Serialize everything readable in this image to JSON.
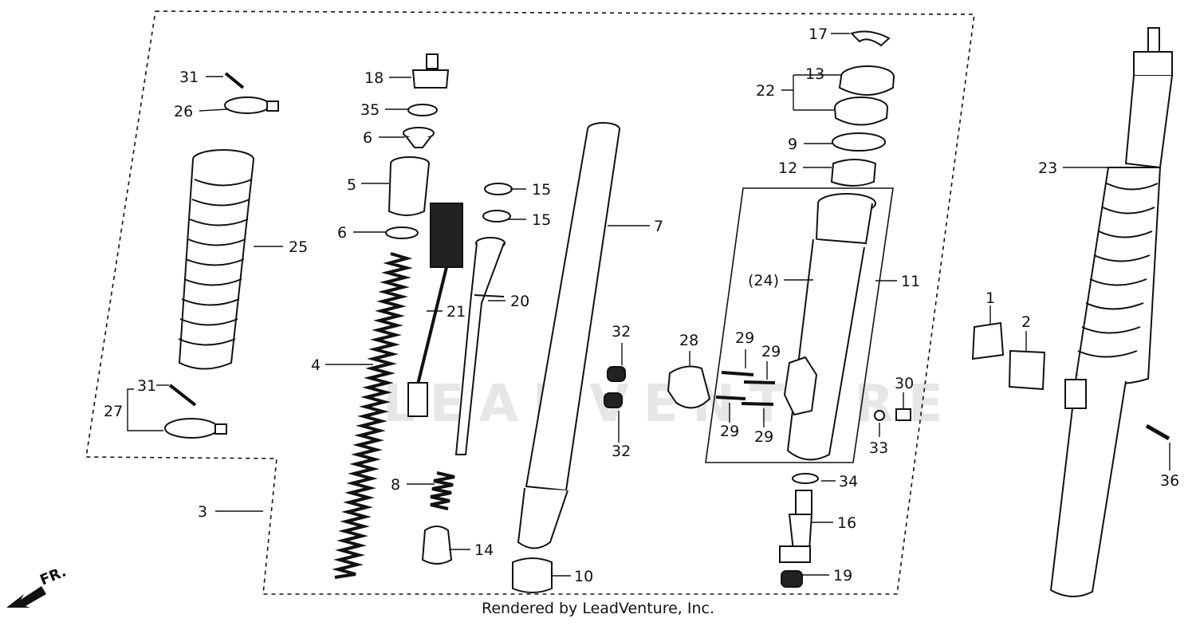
{
  "diagram": {
    "callouts": [
      {
        "id": "c1",
        "text": "1"
      },
      {
        "id": "c2",
        "text": "2"
      },
      {
        "id": "c3",
        "text": "3"
      },
      {
        "id": "c4",
        "text": "4"
      },
      {
        "id": "c5",
        "text": "5"
      },
      {
        "id": "c6a",
        "text": "6"
      },
      {
        "id": "c6b",
        "text": "6"
      },
      {
        "id": "c7",
        "text": "7"
      },
      {
        "id": "c8",
        "text": "8"
      },
      {
        "id": "c9",
        "text": "9"
      },
      {
        "id": "c10",
        "text": "10"
      },
      {
        "id": "c11",
        "text": "11"
      },
      {
        "id": "c12",
        "text": "12"
      },
      {
        "id": "c13",
        "text": "13"
      },
      {
        "id": "c14",
        "text": "14"
      },
      {
        "id": "c15a",
        "text": "15"
      },
      {
        "id": "c15b",
        "text": "15"
      },
      {
        "id": "c16",
        "text": "16"
      },
      {
        "id": "c17",
        "text": "17"
      },
      {
        "id": "c18",
        "text": "18"
      },
      {
        "id": "c19",
        "text": "19"
      },
      {
        "id": "c20",
        "text": "20"
      },
      {
        "id": "c21",
        "text": "21"
      },
      {
        "id": "c22",
        "text": "22"
      },
      {
        "id": "c23",
        "text": "23"
      },
      {
        "id": "c24",
        "text": "(24)"
      },
      {
        "id": "c25",
        "text": "25"
      },
      {
        "id": "c26",
        "text": "26"
      },
      {
        "id": "c27",
        "text": "27"
      },
      {
        "id": "c28",
        "text": "28"
      },
      {
        "id": "c29a",
        "text": "29"
      },
      {
        "id": "c29b",
        "text": "29"
      },
      {
        "id": "c29c",
        "text": "29"
      },
      {
        "id": "c29d",
        "text": "29"
      },
      {
        "id": "c30",
        "text": "30"
      },
      {
        "id": "c31a",
        "text": "31"
      },
      {
        "id": "c31b",
        "text": "31"
      },
      {
        "id": "c32a",
        "text": "32"
      },
      {
        "id": "c32b",
        "text": "32"
      },
      {
        "id": "c33",
        "text": "33"
      },
      {
        "id": "c34",
        "text": "34"
      },
      {
        "id": "c35",
        "text": "35"
      },
      {
        "id": "c36",
        "text": "36"
      }
    ],
    "direction_label": "FR.",
    "watermark": "LEADVENTURE",
    "credit": "Rendered by LeadVenture, Inc."
  }
}
